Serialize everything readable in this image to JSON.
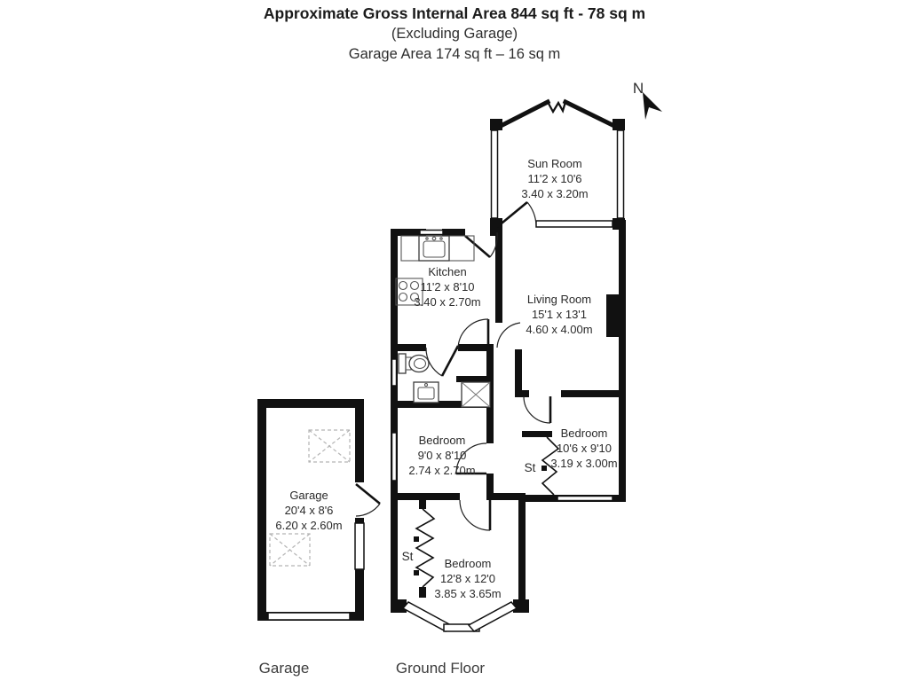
{
  "header": {
    "title": "Approximate Gross Internal Area 844 sq ft - 78 sq m",
    "subtitle": "(Excluding Garage)",
    "garage_area": "Garage Area 174 sq ft – 16 sq m"
  },
  "compass": {
    "north": "N"
  },
  "rooms": {
    "sun_room": {
      "name": "Sun Room",
      "size_ft": "11'2 x 10'6",
      "size_m": "3.40 x 3.20m"
    },
    "kitchen": {
      "name": "Kitchen",
      "size_ft": "11'2 x 8'10",
      "size_m": "3.40 x 2.70m"
    },
    "living_room": {
      "name": "Living Room",
      "size_ft": "15'1 x 13'1",
      "size_m": "4.60 x 4.00m"
    },
    "bedroom_left": {
      "name": "Bedroom",
      "size_ft": "9'0 x 8'10",
      "size_m": "2.74 x 2.70m"
    },
    "bedroom_right": {
      "name": "Bedroom",
      "size_ft": "10'6 x 9'10",
      "size_m": "3.19 x 3.00m"
    },
    "bedroom_front": {
      "name": "Bedroom",
      "size_ft": "12'8 x 12'0",
      "size_m": "3.85 x 3.65m"
    },
    "garage": {
      "name": "Garage",
      "size_ft": "20'4 x 8'6",
      "size_m": "6.20 x 2.60m"
    },
    "store_right": {
      "label": "St"
    },
    "store_front": {
      "label": "St"
    }
  },
  "footer": {
    "garage": "Garage",
    "ground_floor": "Ground Floor"
  },
  "colors": {
    "wall": "#111111",
    "text": "#2a2a2a",
    "background": "#ffffff"
  }
}
